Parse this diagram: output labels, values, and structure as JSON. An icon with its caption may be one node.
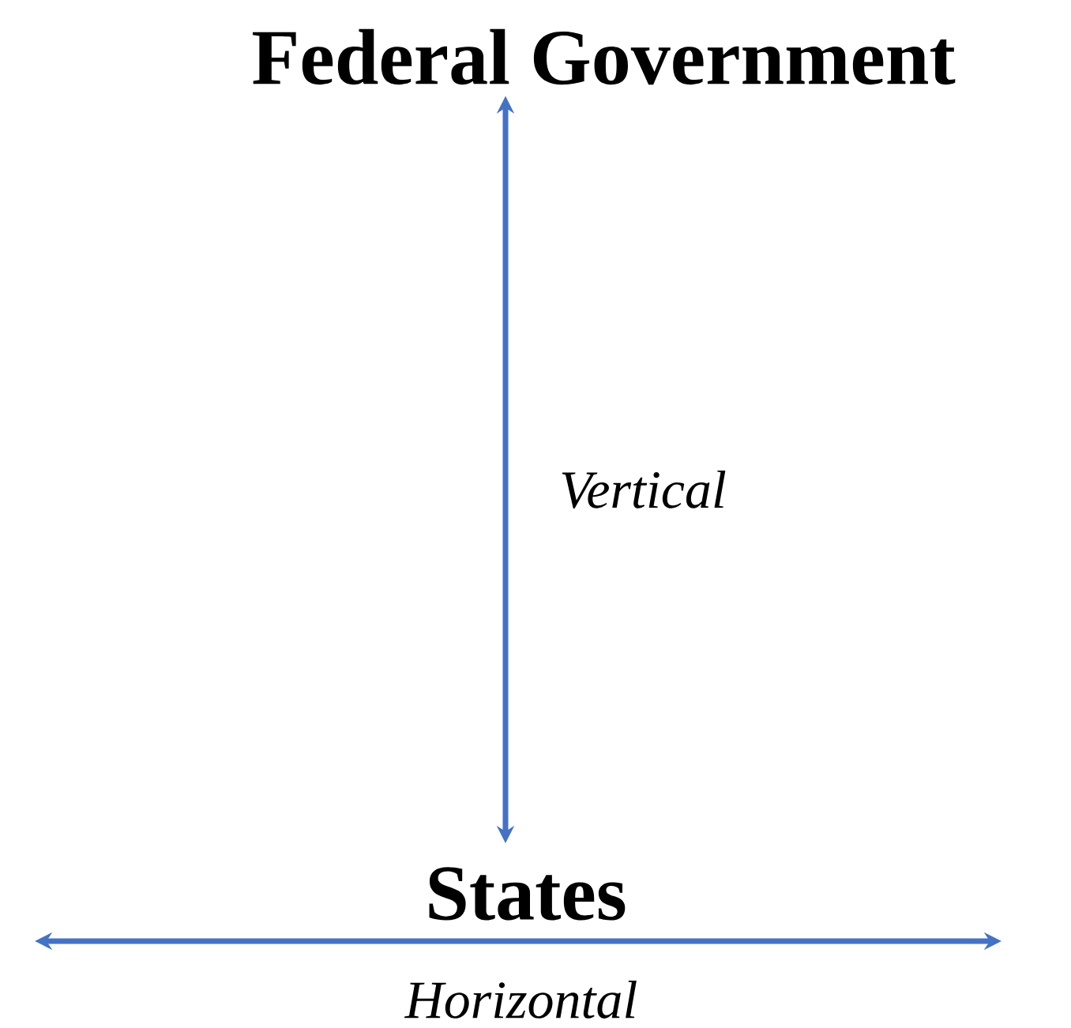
{
  "diagram": {
    "nodes": [
      {
        "text": [
          "Federal Government"
        ]
      },
      {
        "text": [
          "States"
        ]
      }
    ],
    "edges": [
      {
        "from": 0,
        "to": 1,
        "arrow": "both",
        "label": "Vertical"
      }
    ],
    "labels": [
      "Horizontal"
    ]
  }
}
